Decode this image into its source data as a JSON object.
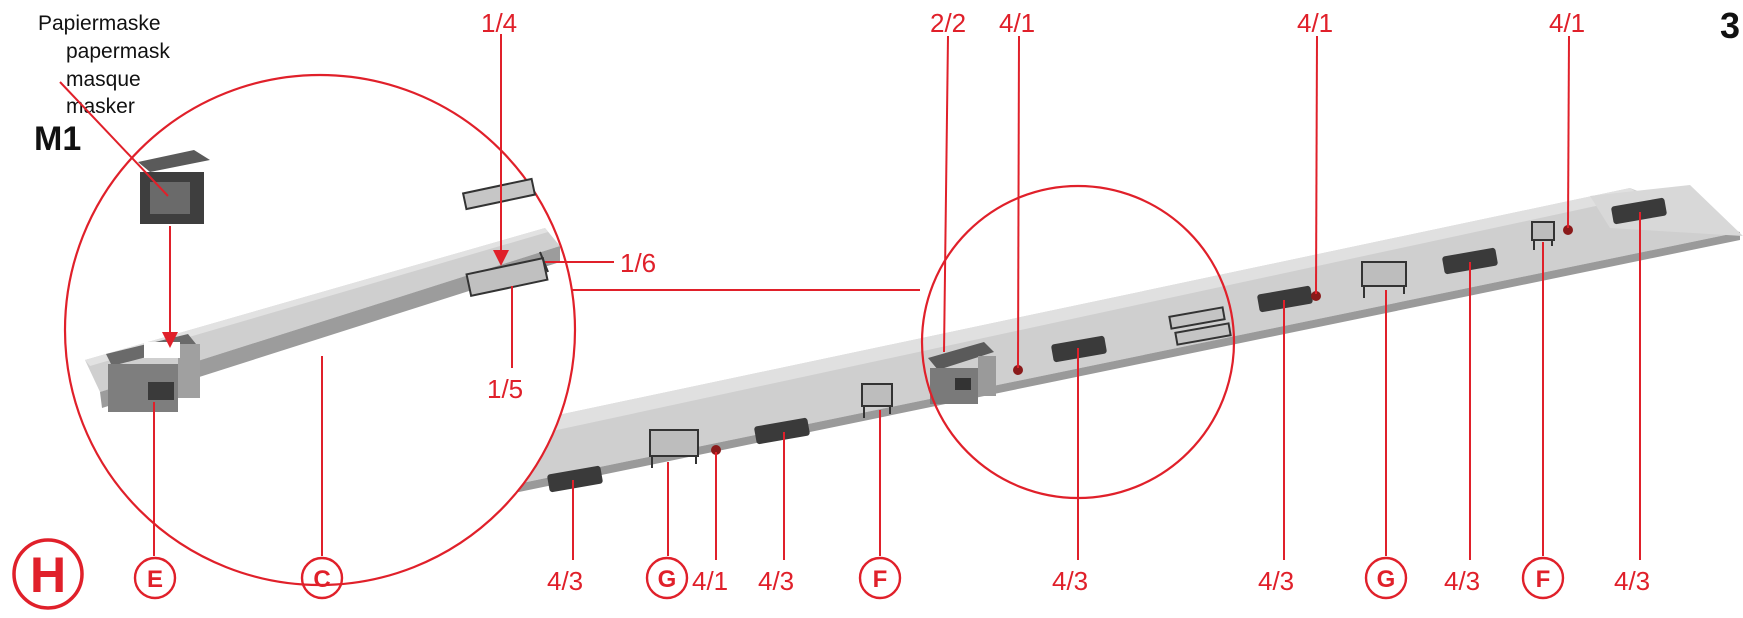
{
  "page_number": "3",
  "step_letter": "H",
  "mask": {
    "lines": [
      "Papiermaske",
      "papermask",
      "masque",
      "masker"
    ],
    "code": "M1"
  },
  "colors": {
    "accent": "#e0202a",
    "platform": "#c8c8c8",
    "part_dark": "#3a3a3a"
  },
  "detail": {
    "top_label": "1/4",
    "right_label": "1/6",
    "lower_label": "1/5",
    "circle_E": "E",
    "circle_C": "C"
  },
  "top_labels": {
    "t1": "2/2",
    "t2": "4/1",
    "t3": "4/1",
    "t4": "4/1"
  },
  "bottom_labels": {
    "b1": "4/3",
    "g1": "G",
    "b2": "4/1",
    "b3": "4/3",
    "f1": "F",
    "b4": "4/3",
    "b5": "4/3",
    "g2": "G",
    "b6": "4/3",
    "f2": "F",
    "b7": "4/3"
  }
}
